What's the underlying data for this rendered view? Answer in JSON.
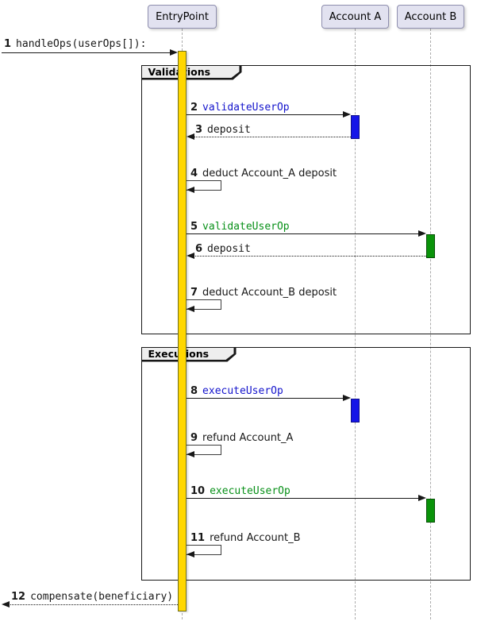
{
  "diagram": {
    "title": "sequence-diagram",
    "participants": [
      {
        "name": "EntryPoint"
      },
      {
        "name": "Account A"
      },
      {
        "name": "Account B"
      }
    ],
    "frames": [
      {
        "label": "Validations"
      },
      {
        "label": "Executions"
      }
    ],
    "messages": [
      {
        "num": "1",
        "label": "handleOps(userOps[]):",
        "from": "external",
        "to": "EntryPoint",
        "line": "solid",
        "text_color": "#181818"
      },
      {
        "num": "2",
        "label": "validateUserOp",
        "from": "EntryPoint",
        "to": "Account A",
        "line": "solid",
        "text_color": "#1414CC"
      },
      {
        "num": "3",
        "label": "deposit",
        "from": "Account A",
        "to": "EntryPoint",
        "line": "dotted",
        "text_color": "#181818"
      },
      {
        "num": "4",
        "label": "deduct Account_A deposit",
        "from": "EntryPoint",
        "to": "EntryPoint",
        "line": "self",
        "text_color": "#181818"
      },
      {
        "num": "5",
        "label": "validateUserOp",
        "from": "EntryPoint",
        "to": "Account B",
        "line": "solid",
        "text_color": "#089018"
      },
      {
        "num": "6",
        "label": "deposit",
        "from": "Account B",
        "to": "EntryPoint",
        "line": "dotted",
        "text_color": "#181818"
      },
      {
        "num": "7",
        "label": "deduct Account_B deposit",
        "from": "EntryPoint",
        "to": "EntryPoint",
        "line": "self",
        "text_color": "#181818"
      },
      {
        "num": "8",
        "label": "executeUserOp",
        "from": "EntryPoint",
        "to": "Account A",
        "line": "solid",
        "text_color": "#1414CC"
      },
      {
        "num": "9",
        "label": "refund Account_A",
        "from": "EntryPoint",
        "to": "EntryPoint",
        "line": "self",
        "text_color": "#181818"
      },
      {
        "num": "10",
        "label": "executeUserOp",
        "from": "EntryPoint",
        "to": "Account B",
        "line": "solid",
        "text_color": "#089018"
      },
      {
        "num": "11",
        "label": "refund Account_B",
        "from": "EntryPoint",
        "to": "EntryPoint",
        "line": "self",
        "text_color": "#181818"
      },
      {
        "num": "12",
        "label": "compensate(beneficiary)",
        "from": "EntryPoint",
        "to": "external",
        "line": "dotted",
        "text_color": "#181818"
      }
    ],
    "activations": [
      {
        "participant": "EntryPoint",
        "color": "#FFD700"
      },
      {
        "participant": "Account A",
        "color": "#1616E8"
      },
      {
        "participant": "Account A",
        "color": "#1616E8"
      },
      {
        "participant": "Account B",
        "color": "#0A930A"
      },
      {
        "participant": "Account B",
        "color": "#0A930A"
      }
    ],
    "colors": {
      "participant_fill": "#E2E2F0",
      "frame_tab_fill": "#EEEEEE",
      "lifeline": "#ABABAB",
      "line": "#181818",
      "msg_blue": "#1414CC",
      "msg_green": "#089018",
      "activation_entry": "#FFD700",
      "activation_account_a": "#1616E8",
      "activation_account_b": "#0A930A"
    }
  }
}
